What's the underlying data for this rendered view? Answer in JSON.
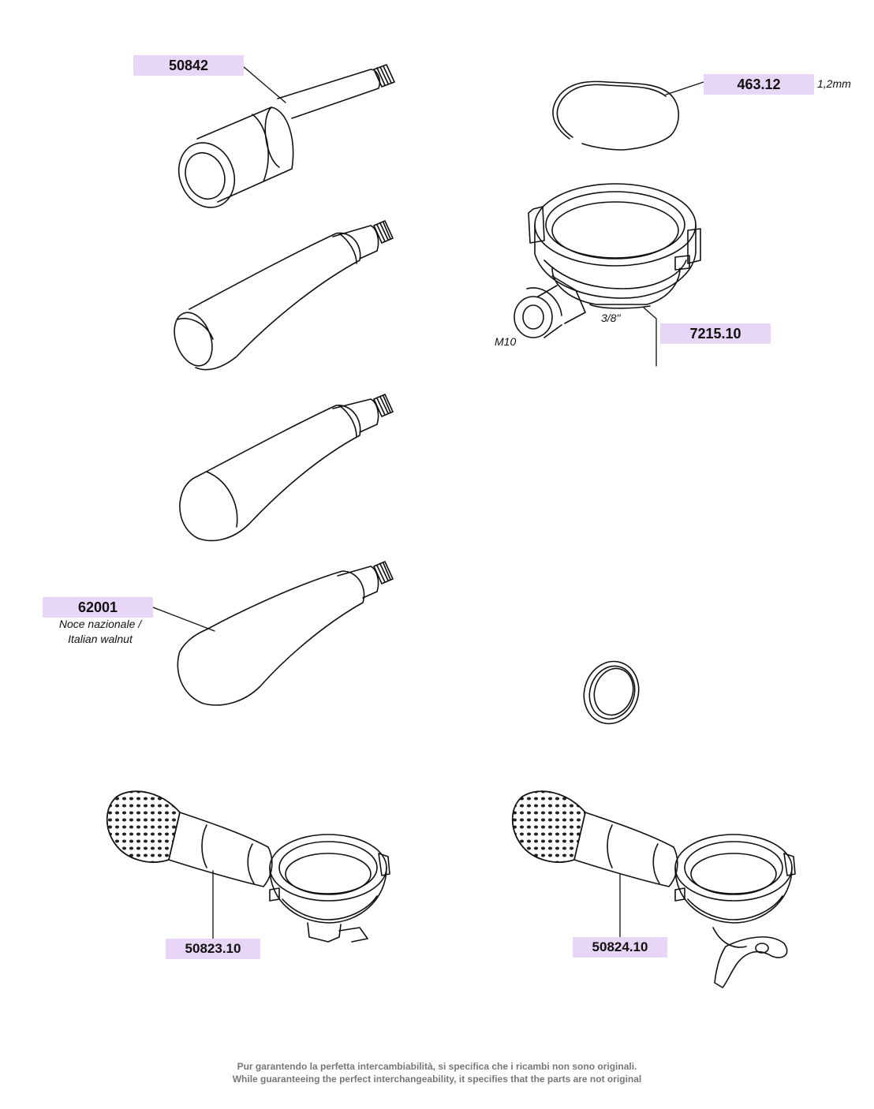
{
  "parts": {
    "p50842": {
      "code": "50842"
    },
    "p46312": {
      "code": "463.12",
      "note": "1,2mm"
    },
    "p721510": {
      "code": "7215.10",
      "note_thread": "3/8\"",
      "note_m10": "M10"
    },
    "p62001": {
      "code": "62001",
      "note_line1": "Noce nazionale /",
      "note_line2": "Italian walnut"
    },
    "p5082310": {
      "code": "50823.10"
    },
    "p5082410": {
      "code": "50824.10"
    }
  },
  "footer": {
    "line1": "Pur garantendo la perfetta intercambiabilità, si specifica che i ricambi non sono originali.",
    "line2": "While guaranteeing the perfect interchangeability, it specifies that the parts are not original"
  },
  "colors": {
    "label_bg": "#e8d6f7",
    "line": "#111111",
    "footer_text": "#777777"
  }
}
